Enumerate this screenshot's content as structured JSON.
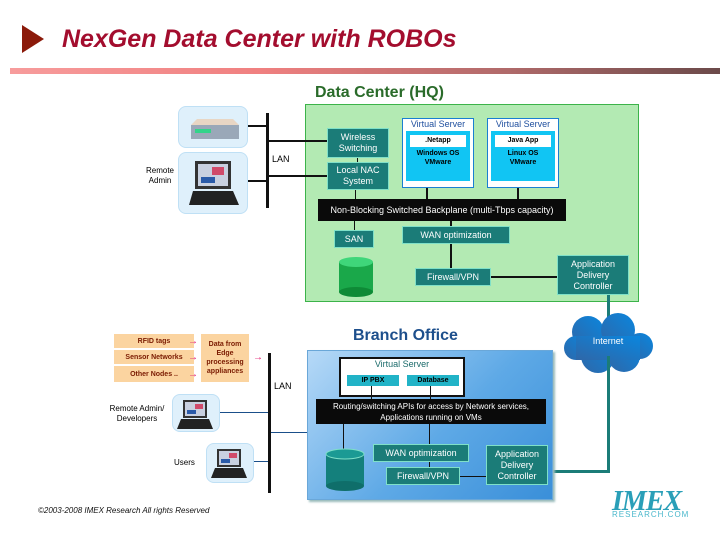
{
  "title": "NexGen Data Center with ROBOs",
  "data_center": {
    "title": "Data Center (HQ)",
    "wireless_switching": "Wireless Switching",
    "local_nac": "Local NAC System",
    "virtual_servers": [
      {
        "label": "Virtual Server",
        "app": ".Netapp",
        "os": "Windows OS",
        "hypervisor": "VMware"
      },
      {
        "label": "Virtual Server",
        "app": "Java App",
        "os": "Linux OS",
        "hypervisor": "VMware"
      }
    ],
    "backplane": "Non-Blocking Switched Backplane (multi-Tbps capacity)",
    "san": "SAN",
    "wan_optimization": "WAN optimization",
    "firewall": "Firewall/VPN",
    "adc": "Application Delivery Controller"
  },
  "hq_lan": {
    "lan_label": "LAN",
    "remote_admin_label": "Remote Admin"
  },
  "internet": "Internet",
  "branch_office": {
    "title": "Branch Office",
    "virtual_server": {
      "label": "Virtual Server",
      "apps": [
        "IP PBX",
        "Database"
      ]
    },
    "routing_api": "Routing/switching APIs for access by Network services, Applications running on VMs",
    "wan_optimization": "WAN optimization",
    "firewall": "Firewall/VPN",
    "adc": "Application Delivery Controller"
  },
  "branch_lan": {
    "lan_label": "LAN",
    "sources": [
      "RFID tags",
      "Sensor Networks",
      "Other Nodes .."
    ],
    "edge": "Data from Edge processing appliances",
    "remote_admin_label": "Remote Admin/ Developers",
    "users_label": "Users"
  },
  "footer": {
    "copyright": "©2003-2008 IMEX Research All rights Reserved",
    "logo_main": "IMEX",
    "logo_sub": "RESEARCH.COM"
  },
  "colors": {
    "title": "#a30d2e",
    "dc_fill": "#b3eab3",
    "teal": "#1b7c78",
    "branch_blue": "#3a8fd9"
  }
}
